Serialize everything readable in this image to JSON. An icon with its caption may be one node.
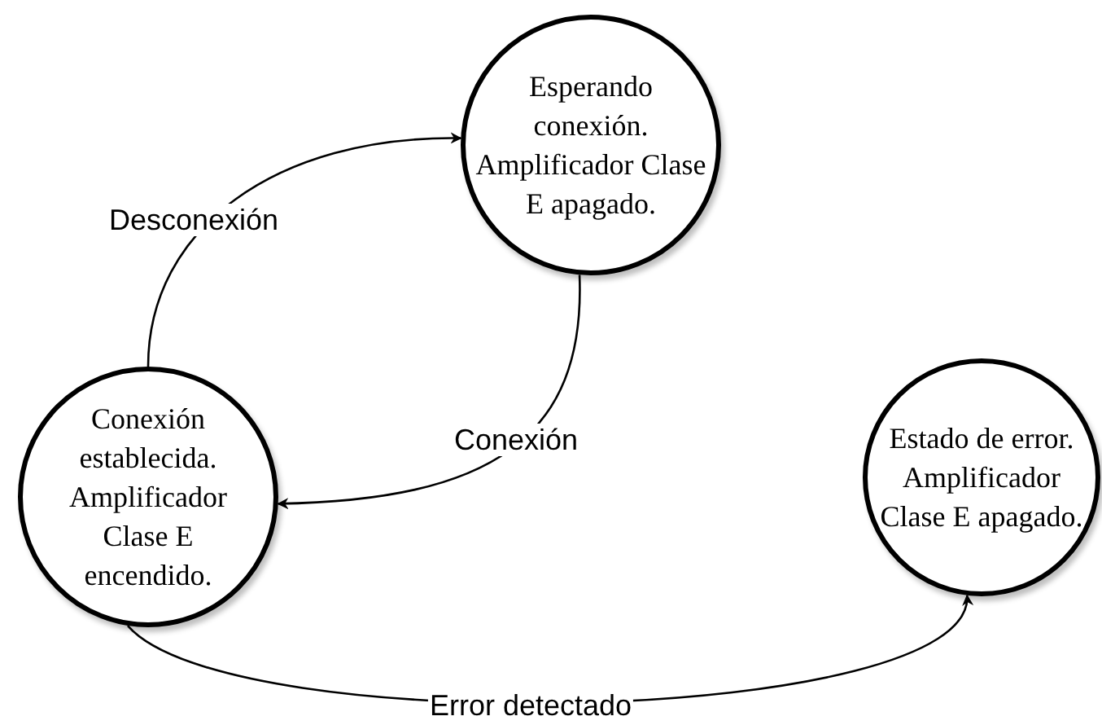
{
  "diagram": {
    "nodes": [
      {
        "text": [
          "Esperando conexión. Amplificador Clase E apagado."
        ]
      },
      {
        "text": [
          "Conexión establecida. Amplificador Clase E encendido."
        ]
      },
      {
        "text": [
          "Estado de error. Amplificador Clase E apagado."
        ]
      }
    ],
    "edges": [
      {
        "from": 1,
        "to": 0,
        "arrow": "to",
        "label": "Desconexión"
      },
      {
        "from": 0,
        "to": 1,
        "arrow": "to",
        "label": "Conexión"
      },
      {
        "from": 1,
        "to": 2,
        "arrow": "to",
        "label": "Error detectado"
      }
    ]
  }
}
